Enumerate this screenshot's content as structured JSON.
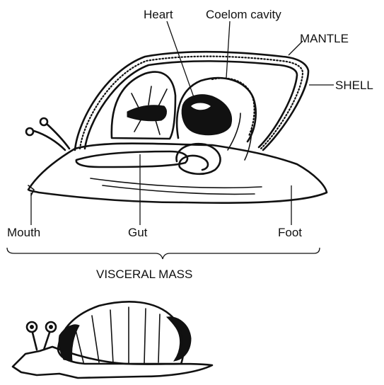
{
  "labels": {
    "heart": "Heart",
    "coelom": "Coelom cavity",
    "mantle": "MANTLE",
    "shell": "SHELL",
    "mouth": "Mouth",
    "gut": "Gut",
    "foot": "Foot",
    "visceral": "VISCERAL MASS"
  }
}
